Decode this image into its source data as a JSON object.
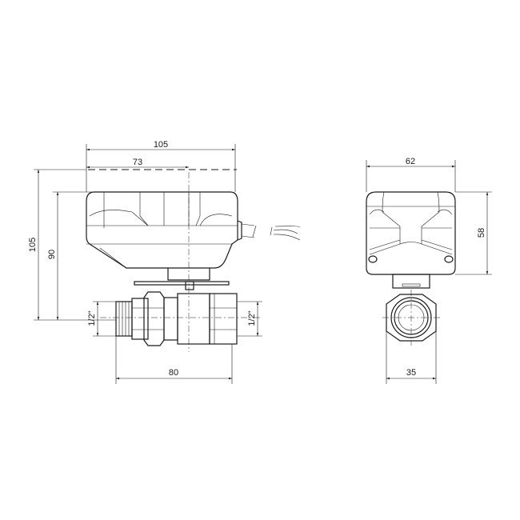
{
  "front_view": {
    "dim_width_total": "105",
    "dim_axis_offset": "73",
    "dim_height_total": "105",
    "dim_height_axis": "90",
    "dim_thread_left": "1/2\"",
    "dim_thread_right": "1/2\"",
    "dim_valve_length": "80"
  },
  "side_view": {
    "dim_width": "62",
    "dim_actuator_height": "58",
    "dim_valve_width": "35"
  },
  "line_color": "#1a1a1a"
}
